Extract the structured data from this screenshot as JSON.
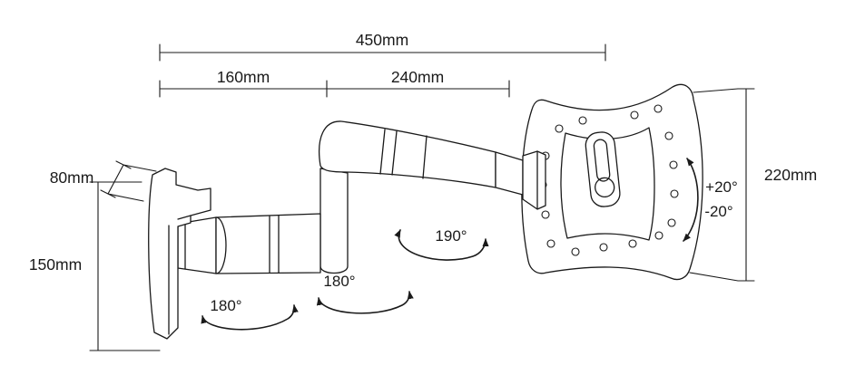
{
  "colors": {
    "ink": "#1a1a1a",
    "background": "#ffffff"
  },
  "dimension_labels": {
    "total_reach": "450mm",
    "segment_1": "160mm",
    "segment_2": "240mm",
    "bracket_depth": "80mm",
    "bracket_height": "150mm",
    "plate_height": "220mm"
  },
  "angle_labels": {
    "plate_swivel": "190°",
    "elbow_swivel": "180°",
    "base_swivel": "180°",
    "tilt_up": "+20°",
    "tilt_down": "-20°"
  }
}
